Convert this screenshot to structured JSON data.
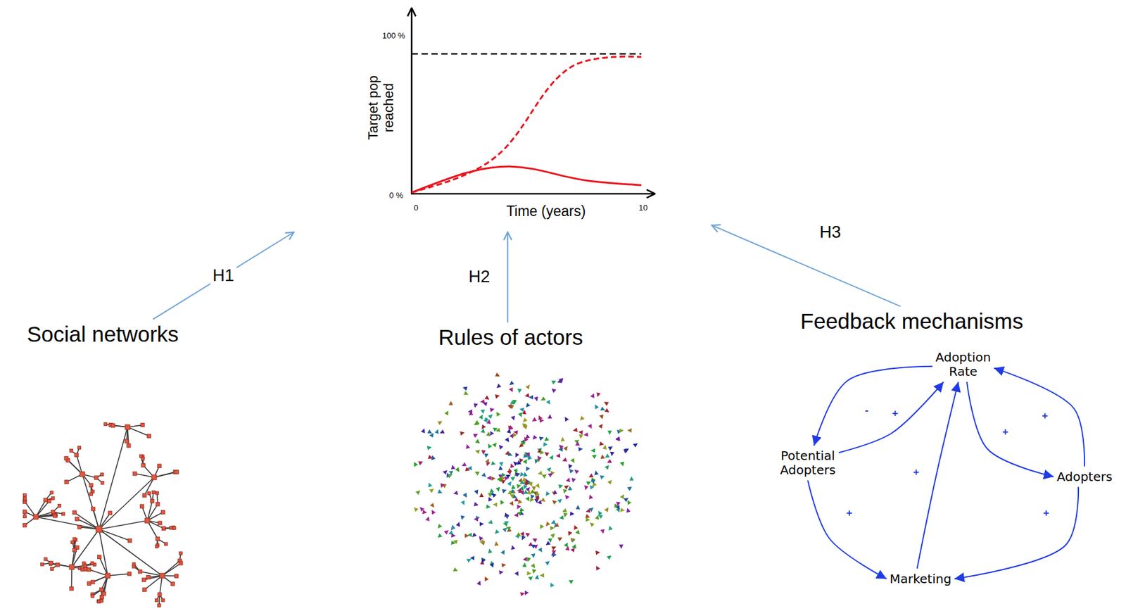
{
  "diagram": {
    "nodes": [
      {
        "text": [
          "Target pop reached",
          "Time (years)",
          "100 %",
          "0 %",
          "0",
          "10"
        ]
      },
      {
        "text": [
          "Social networks"
        ]
      },
      {
        "text": [
          "Rules of actors"
        ]
      },
      {
        "text": [
          "Feedback mechanisms"
        ]
      },
      {
        "text": [
          "Adoption Rate"
        ]
      },
      {
        "text": [
          "Potential Adopters"
        ]
      },
      {
        "text": [
          "Adopters"
        ]
      },
      {
        "text": [
          "Marketing"
        ]
      }
    ],
    "edges": [
      {
        "from": 1,
        "to": 0,
        "label": "H1",
        "arrow": "to"
      },
      {
        "from": 2,
        "to": 0,
        "label": "H2",
        "arrow": "to"
      },
      {
        "from": 3,
        "to": 0,
        "label": "H3",
        "arrow": "to"
      },
      {
        "from": 4,
        "to": 5,
        "label": "-",
        "arrow": "to"
      },
      {
        "from": 5,
        "to": 4,
        "label": "+",
        "arrow": "to"
      },
      {
        "from": 4,
        "to": 6,
        "label": "+",
        "arrow": "to"
      },
      {
        "from": 6,
        "to": 4,
        "label": "+",
        "arrow": "to"
      },
      {
        "from": 5,
        "to": 7,
        "label": "+",
        "arrow": "to"
      },
      {
        "from": 6,
        "to": 7,
        "label": "+",
        "arrow": "to"
      },
      {
        "from": 7,
        "to": 4,
        "label": "+",
        "arrow": "to"
      }
    ]
  }
}
